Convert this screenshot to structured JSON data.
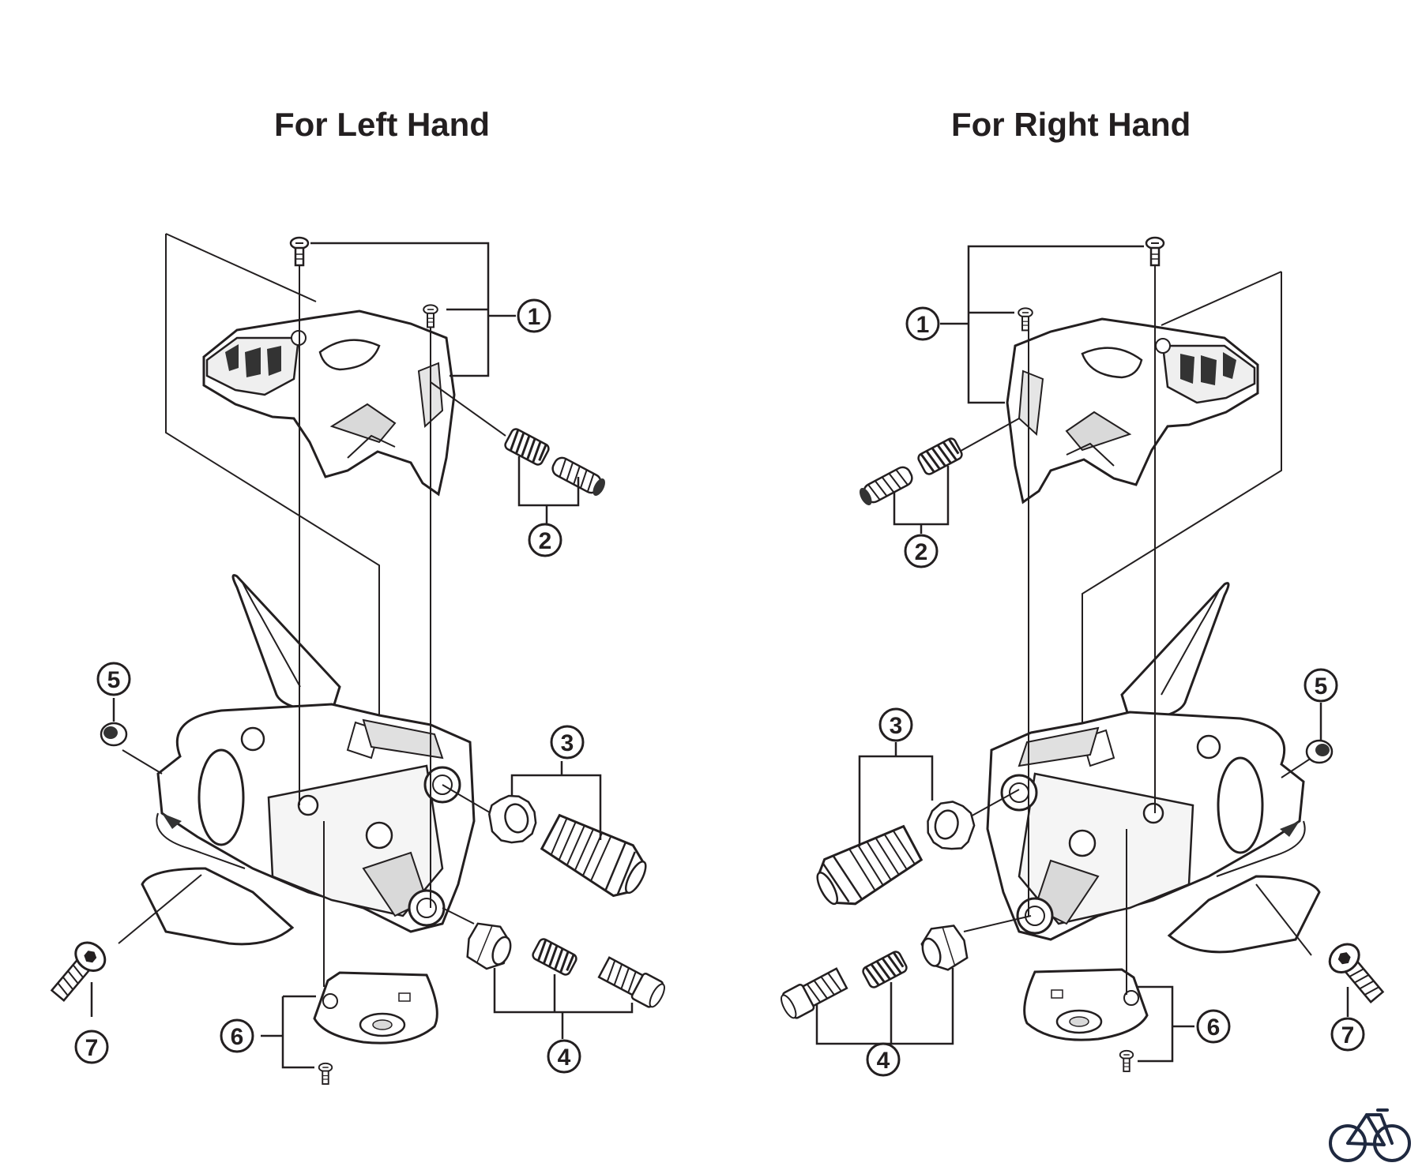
{
  "titles": {
    "left": "For Left Hand",
    "right": "For Right Hand"
  },
  "callouts": {
    "left": [
      "1",
      "2",
      "3",
      "4",
      "5",
      "6",
      "7"
    ],
    "right": [
      "1",
      "2",
      "3",
      "4",
      "5",
      "6",
      "7"
    ]
  },
  "icons": {
    "corner_logo": "bicycle-icon"
  },
  "colors": {
    "line": "#231f20",
    "part_fill": "#ffffff",
    "shade": "#d9d9d9",
    "dark": "#333333"
  }
}
